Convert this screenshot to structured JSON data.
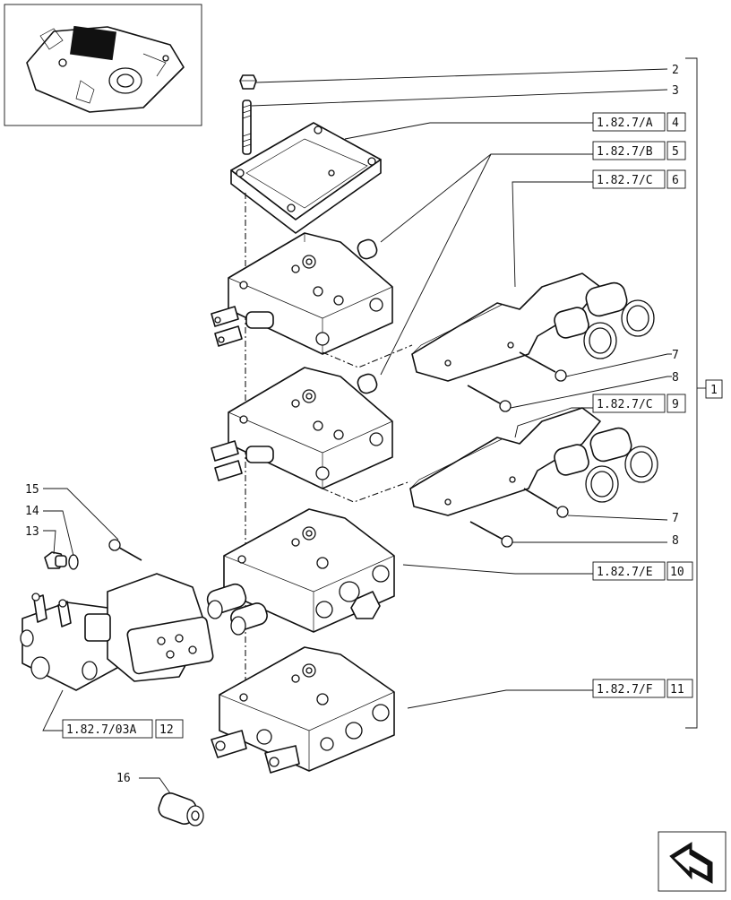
{
  "callouts": {
    "c2": "2",
    "c3": "3",
    "c4_ref": "1.82.7/A",
    "c4": "4",
    "c5_ref": "1.82.7/B",
    "c5": "5",
    "c6_ref": "1.82.7/C",
    "c6": "6",
    "c7a": "7",
    "c8a": "8",
    "c9_ref": "1.82.7/C",
    "c9": "9",
    "c7b": "7",
    "c8b": "8",
    "c10_ref": "1.82.7/E",
    "c10": "10",
    "c11_ref": "1.82.7/F",
    "c11": "11",
    "c1": "1",
    "c12_ref": "1.82.7/03A",
    "c12": "12",
    "c13": "13",
    "c14": "14",
    "c15": "15",
    "c16": "16"
  },
  "icons": {
    "thumbnail": "hydraulic-lift-cover-thumbnail-icon",
    "navigation": "next-page-arrow-icon"
  }
}
